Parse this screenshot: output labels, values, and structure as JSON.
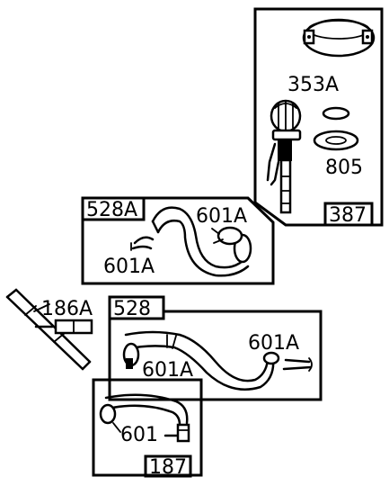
{
  "diagram": {
    "panels": [
      {
        "id": "387",
        "box_label": "387",
        "parts": [
          {
            "id": "clamp",
            "label": ""
          },
          {
            "id": "353A",
            "label": "353A"
          },
          {
            "id": "805",
            "label": "805"
          }
        ]
      },
      {
        "id": "528A",
        "box_label": "528A",
        "parts": [
          {
            "id": "601A-right",
            "label": "601A"
          },
          {
            "id": "601A-left",
            "label": "601A"
          }
        ]
      },
      {
        "id": "528",
        "box_label": "528",
        "parts": [
          {
            "id": "601A-right",
            "label": "601A"
          },
          {
            "id": "601A-left",
            "label": "601A"
          }
        ]
      },
      {
        "id": "187",
        "box_label": "187",
        "parts": [
          {
            "id": "601",
            "label": "601"
          }
        ]
      }
    ],
    "loose_parts": [
      {
        "id": "186A",
        "label": "186A"
      }
    ]
  }
}
